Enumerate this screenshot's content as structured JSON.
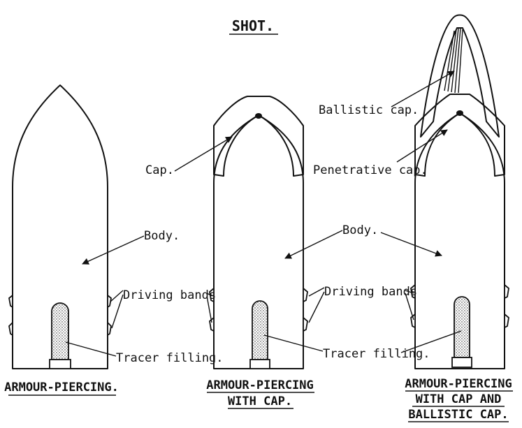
{
  "title": "SHOT.",
  "labels": {
    "body_left": "Body.",
    "body_right": "Body.",
    "cap": "Cap.",
    "ballistic_cap": "Ballistic cap.",
    "penetrative_cap": "Penetrative cap.",
    "driving_bands_left": "Driving bands",
    "driving_bands_right": "Driving bands",
    "tracer_left": "Tracer filling.",
    "tracer_right": "Tracer filling."
  },
  "captions": {
    "ap": "ARMOUR-PIERCING.",
    "apc_line1": "ARMOUR-PIERCING",
    "apc_line2": "WITH CAP.",
    "apcbc_line1": "ARMOUR-PIERCING",
    "apcbc_line2": "WITH CAP AND",
    "apcbc_line3": "BALLISTIC CAP."
  }
}
